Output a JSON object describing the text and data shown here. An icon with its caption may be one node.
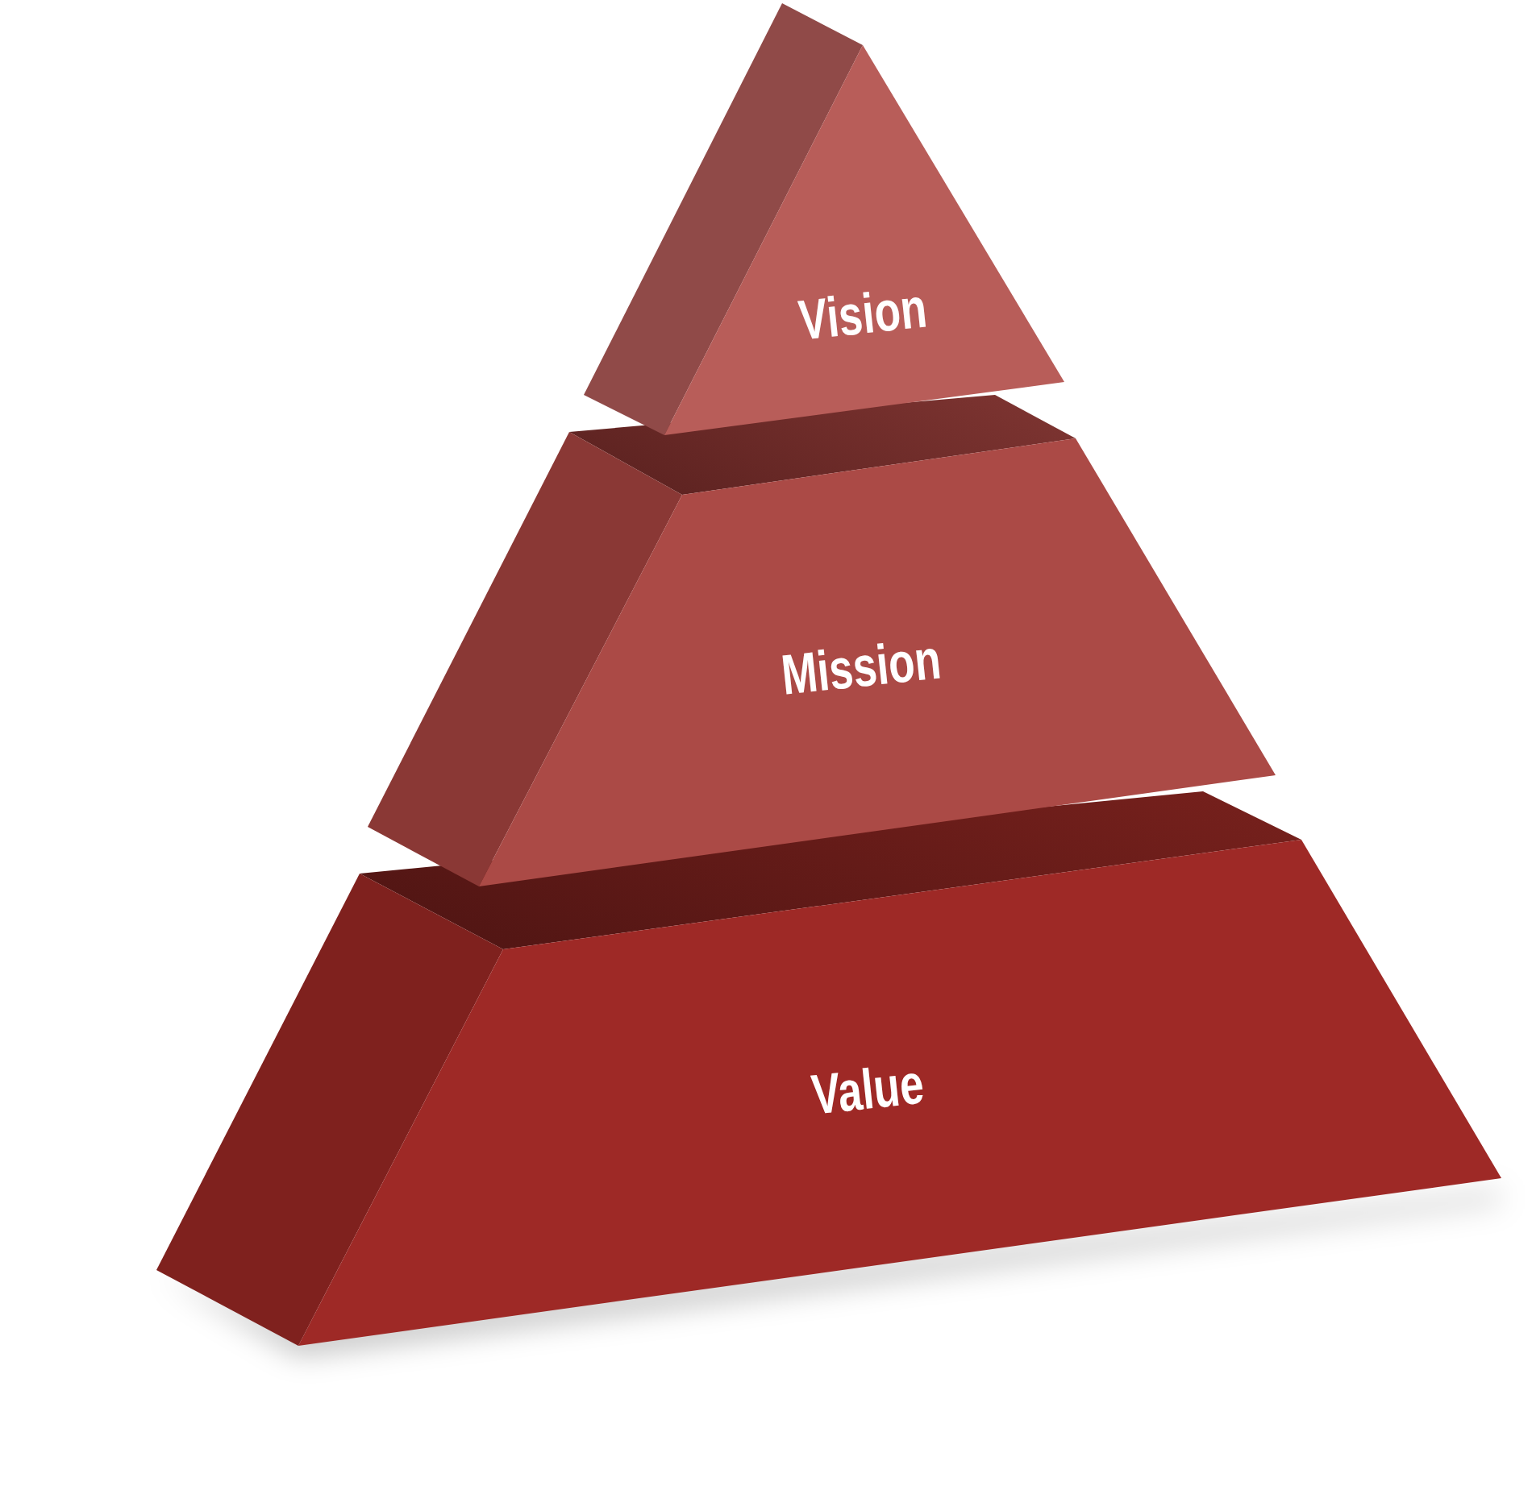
{
  "diagram": {
    "nodes": [
      {
        "text": [
          "Vision"
        ]
      },
      {
        "text": [
          "Mission"
        ]
      },
      {
        "text": [
          "Value"
        ]
      }
    ]
  }
}
